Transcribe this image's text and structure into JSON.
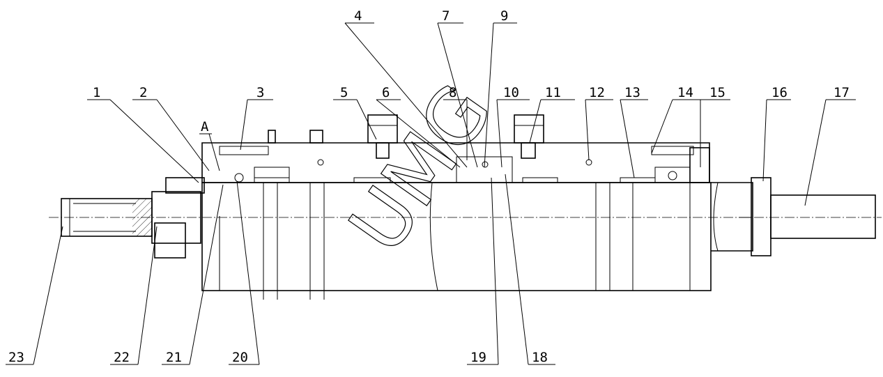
{
  "drawing": {
    "watermark": "UMG",
    "section_mark": "A",
    "callouts": [
      {
        "id": "1",
        "label": "1"
      },
      {
        "id": "2",
        "label": "2"
      },
      {
        "id": "3",
        "label": "3"
      },
      {
        "id": "4",
        "label": "4"
      },
      {
        "id": "5",
        "label": "5"
      },
      {
        "id": "6",
        "label": "6"
      },
      {
        "id": "7",
        "label": "7"
      },
      {
        "id": "8",
        "label": "8"
      },
      {
        "id": "9",
        "label": "9"
      },
      {
        "id": "10",
        "label": "10"
      },
      {
        "id": "11",
        "label": "11"
      },
      {
        "id": "12",
        "label": "12"
      },
      {
        "id": "13",
        "label": "13"
      },
      {
        "id": "14",
        "label": "14"
      },
      {
        "id": "15",
        "label": "15"
      },
      {
        "id": "16",
        "label": "16"
      },
      {
        "id": "17",
        "label": "17"
      },
      {
        "id": "18",
        "label": "18"
      },
      {
        "id": "19",
        "label": "19"
      },
      {
        "id": "20",
        "label": "20"
      },
      {
        "id": "21",
        "label": "21"
      },
      {
        "id": "22",
        "label": "22"
      },
      {
        "id": "23",
        "label": "23"
      }
    ]
  }
}
